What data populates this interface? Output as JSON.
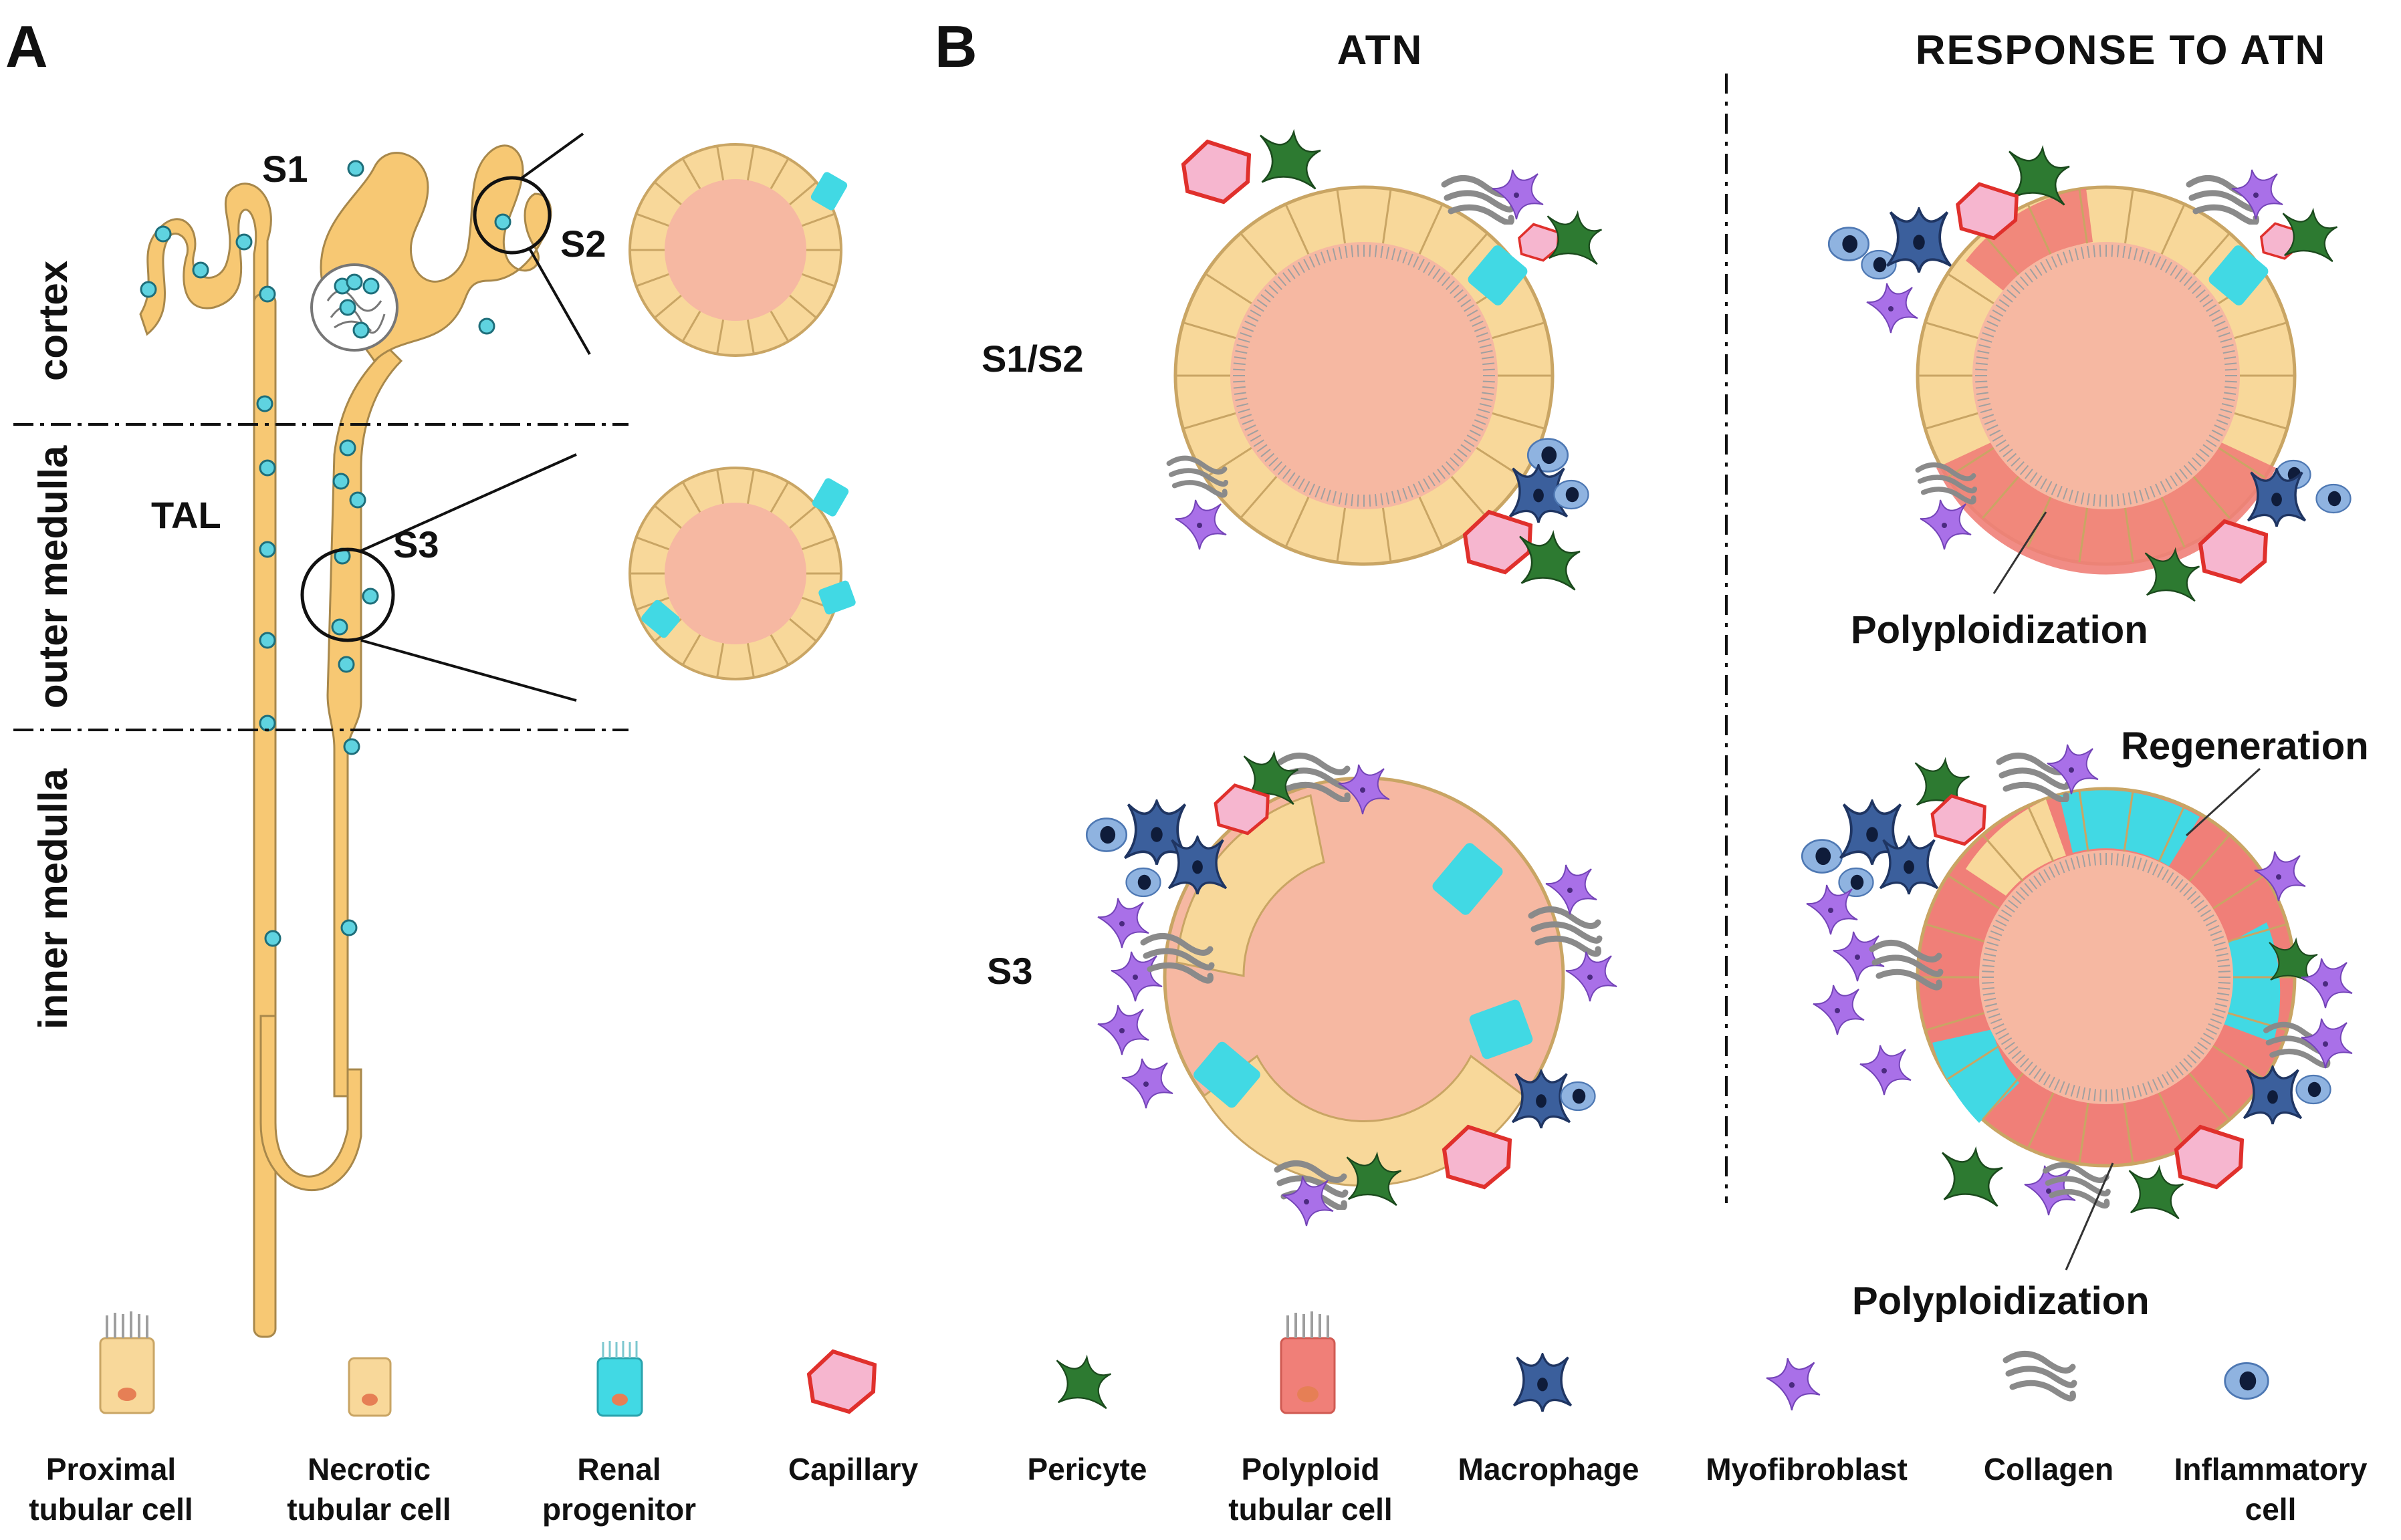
{
  "panels": {
    "a": "A",
    "b": "B"
  },
  "headers": {
    "atn": "ATN",
    "response": "RESPONSE TO ATN"
  },
  "segments": {
    "s1": "S1",
    "s2": "S2",
    "s3": "S3",
    "tal": "TAL",
    "s1s2": "S1/S2",
    "s3_row": "S3"
  },
  "zones": {
    "cortex": "cortex",
    "outer_medulla": "outer medulla",
    "inner_medulla": "inner medulla"
  },
  "annotations": {
    "polyploidization_top": "Polyploidization",
    "regeneration": "Regeneration",
    "polyploidization_bottom": "Polyploidization"
  },
  "legend": [
    {
      "line1": "Proximal",
      "line2": "tubular cell",
      "icon": "proximal-tubular-cell-icon"
    },
    {
      "line1": "Necrotic",
      "line2": "tubular cell",
      "icon": "necrotic-tubular-cell-icon"
    },
    {
      "line1": "Renal",
      "line2": "progenitor",
      "icon": "renal-progenitor-icon"
    },
    {
      "line1": "Capillary",
      "line2": "",
      "icon": "capillary-icon"
    },
    {
      "line1": "Pericyte",
      "line2": "",
      "icon": "pericyte-icon"
    },
    {
      "line1": "Polyploid",
      "line2": "tubular cell",
      "icon": "polyploid-tubular-cell-icon"
    },
    {
      "line1": "Macrophage",
      "line2": "",
      "icon": "macrophage-icon"
    },
    {
      "line1": "Myofibroblast",
      "line2": "",
      "icon": "myofibroblast-icon"
    },
    {
      "line1": "Collagen",
      "line2": "",
      "icon": "collagen-icon"
    },
    {
      "line1": "Inflammatory",
      "line2": "cell",
      "icon": "inflammatory-cell-icon"
    }
  ],
  "colors": {
    "tubule": "#f7c873",
    "proximal_cell": "#f8d89a",
    "progenitor": "#41d9e4",
    "polyploid": "#f07f78",
    "lumen": "#f6b8a2",
    "capillary_fill": "#f6b6cf",
    "capillary_border": "#e0302c",
    "pericyte": "#2d7a31",
    "macrophage": "#2f4f86",
    "myofibroblast": "#a970e8",
    "collagen": "#8a8a8a",
    "inflammatory": "#8fb3e0"
  }
}
